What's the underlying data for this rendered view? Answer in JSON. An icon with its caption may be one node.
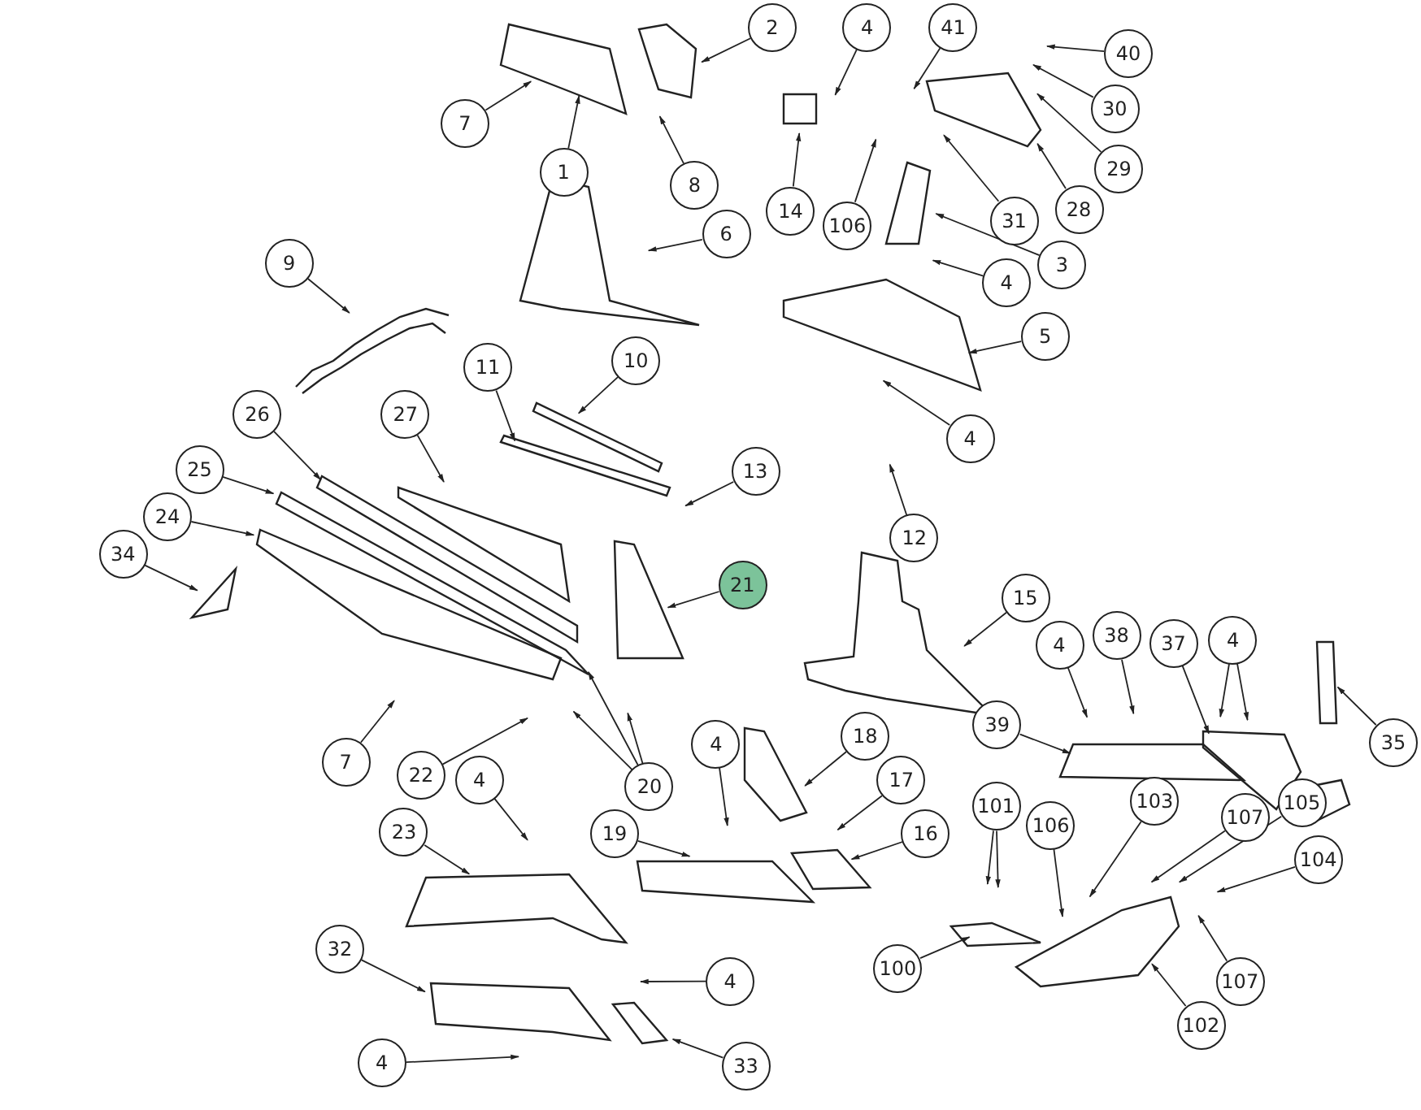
{
  "diagram": {
    "nodes": [
      {
        "text": [
          "7"
        ]
      },
      {
        "text": [
          "1"
        ]
      },
      {
        "text": [
          "2"
        ]
      },
      {
        "text": [
          "8"
        ]
      },
      {
        "text": [
          "14"
        ]
      },
      {
        "text": [
          "4"
        ]
      },
      {
        "text": [
          "41"
        ]
      },
      {
        "text": [
          "106"
        ]
      },
      {
        "text": [
          "31"
        ]
      },
      {
        "text": [
          "40"
        ]
      },
      {
        "text": [
          "30"
        ]
      },
      {
        "text": [
          "29"
        ]
      },
      {
        "text": [
          "28"
        ]
      },
      {
        "text": [
          "3"
        ]
      },
      {
        "text": [
          "4"
        ]
      },
      {
        "text": [
          "6"
        ]
      },
      {
        "text": [
          "9"
        ]
      },
      {
        "text": [
          "5"
        ]
      },
      {
        "text": [
          "11"
        ]
      },
      {
        "text": [
          "10"
        ]
      },
      {
        "text": [
          "27"
        ]
      },
      {
        "text": [
          "26"
        ]
      },
      {
        "text": [
          "4"
        ]
      },
      {
        "text": [
          "25"
        ]
      },
      {
        "text": [
          "13"
        ]
      },
      {
        "text": [
          "24"
        ]
      },
      {
        "text": [
          "12"
        ]
      },
      {
        "text": [
          "34"
        ]
      },
      {
        "text": [
          "21"
        ]
      },
      {
        "text": [
          "15"
        ]
      },
      {
        "text": [
          "4"
        ]
      },
      {
        "text": [
          "38"
        ]
      },
      {
        "text": [
          "37"
        ]
      },
      {
        "text": [
          "4"
        ]
      },
      {
        "text": [
          "35"
        ]
      },
      {
        "text": [
          "39"
        ]
      },
      {
        "text": [
          "7"
        ]
      },
      {
        "text": [
          "22"
        ]
      },
      {
        "text": [
          "20"
        ]
      },
      {
        "text": [
          "18"
        ]
      },
      {
        "text": [
          "17"
        ]
      },
      {
        "text": [
          "4"
        ]
      },
      {
        "text": [
          "4"
        ]
      },
      {
        "text": [
          "19"
        ]
      },
      {
        "text": [
          "16"
        ]
      },
      {
        "text": [
          "101"
        ]
      },
      {
        "text": [
          "23"
        ]
      },
      {
        "text": [
          "106"
        ]
      },
      {
        "text": [
          "103"
        ]
      },
      {
        "text": [
          "107"
        ]
      },
      {
        "text": [
          "105"
        ]
      },
      {
        "text": [
          "104"
        ]
      },
      {
        "text": [
          "100"
        ]
      },
      {
        "text": [
          "107"
        ]
      },
      {
        "text": [
          "102"
        ]
      },
      {
        "text": [
          "32"
        ]
      },
      {
        "text": [
          "4"
        ]
      },
      {
        "text": [
          "33"
        ]
      },
      {
        "text": [
          "4"
        ]
      }
    ],
    "edges": [
      {
        "from": 0,
        "to": null,
        "arrow": "to"
      },
      {
        "from": 1,
        "to": null,
        "arrow": "to"
      },
      {
        "from": 2,
        "to": null,
        "arrow": "to"
      },
      {
        "from": 3,
        "to": null,
        "arrow": "to"
      },
      {
        "from": 4,
        "to": null,
        "arrow": "to"
      },
      {
        "from": 5,
        "to": null,
        "arrow": "to"
      },
      {
        "from": 6,
        "to": null,
        "arrow": "to"
      },
      {
        "from": 7,
        "to": null,
        "arrow": "to"
      },
      {
        "from": 8,
        "to": null,
        "arrow": "to"
      },
      {
        "from": 9,
        "to": null,
        "arrow": "to"
      },
      {
        "from": 10,
        "to": null,
        "arrow": "to"
      },
      {
        "from": 11,
        "to": null,
        "arrow": "to"
      },
      {
        "from": 12,
        "to": null,
        "arrow": "to"
      },
      {
        "from": 13,
        "to": null,
        "arrow": "to"
      },
      {
        "from": 14,
        "to": null,
        "arrow": "to"
      },
      {
        "from": 15,
        "to": null,
        "arrow": "to"
      },
      {
        "from": 16,
        "to": null,
        "arrow": "to"
      },
      {
        "from": 17,
        "to": null,
        "arrow": "to"
      },
      {
        "from": 18,
        "to": null,
        "arrow": "to"
      },
      {
        "from": 19,
        "to": null,
        "arrow": "to"
      },
      {
        "from": 20,
        "to": null,
        "arrow": "to"
      },
      {
        "from": 21,
        "to": null,
        "arrow": "to"
      },
      {
        "from": 22,
        "to": null,
        "arrow": "to"
      },
      {
        "from": 23,
        "to": null,
        "arrow": "to"
      },
      {
        "from": 24,
        "to": null,
        "arrow": "to"
      },
      {
        "from": 25,
        "to": null,
        "arrow": "to"
      },
      {
        "from": 26,
        "to": null,
        "arrow": "to"
      },
      {
        "from": 27,
        "to": null,
        "arrow": "to"
      },
      {
        "from": 28,
        "to": null,
        "arrow": "to"
      },
      {
        "from": 29,
        "to": null,
        "arrow": "to"
      },
      {
        "from": 30,
        "to": null,
        "arrow": "to"
      },
      {
        "from": 31,
        "to": null,
        "arrow": "to"
      },
      {
        "from": 32,
        "to": null,
        "arrow": "to"
      },
      {
        "from": 33,
        "to": null,
        "arrow": "to"
      },
      {
        "from": 33,
        "to": null,
        "arrow": "to"
      },
      {
        "from": 34,
        "to": null,
        "arrow": "to"
      },
      {
        "from": 35,
        "to": null,
        "arrow": "to"
      },
      {
        "from": 36,
        "to": null,
        "arrow": "to"
      },
      {
        "from": 37,
        "to": null,
        "arrow": "to"
      },
      {
        "from": 38,
        "to": null,
        "arrow": "to"
      },
      {
        "from": 38,
        "to": null,
        "arrow": "to"
      },
      {
        "from": 38,
        "to": null,
        "arrow": "to"
      },
      {
        "from": 39,
        "to": null,
        "arrow": "to"
      },
      {
        "from": 40,
        "to": null,
        "arrow": "to"
      },
      {
        "from": 41,
        "to": null,
        "arrow": "to"
      },
      {
        "from": 42,
        "to": null,
        "arrow": "to"
      },
      {
        "from": 43,
        "to": null,
        "arrow": "to"
      },
      {
        "from": 44,
        "to": null,
        "arrow": "to"
      },
      {
        "from": 45,
        "to": null,
        "arrow": "to"
      },
      {
        "from": 45,
        "to": null,
        "arrow": "to"
      },
      {
        "from": 46,
        "to": null,
        "arrow": "to"
      },
      {
        "from": 47,
        "to": null,
        "arrow": "to"
      },
      {
        "from": 48,
        "to": null,
        "arrow": "to"
      },
      {
        "from": 49,
        "to": null,
        "arrow": "to"
      },
      {
        "from": 50,
        "to": null,
        "arrow": "to"
      },
      {
        "from": 51,
        "to": null,
        "arrow": "to"
      },
      {
        "from": 52,
        "to": null,
        "arrow": "to"
      },
      {
        "from": 53,
        "to": null,
        "arrow": "to"
      },
      {
        "from": 54,
        "to": null,
        "arrow": "to"
      },
      {
        "from": 55,
        "to": null,
        "arrow": "to"
      },
      {
        "from": 56,
        "to": null,
        "arrow": "to"
      },
      {
        "from": 57,
        "to": null,
        "arrow": "to"
      },
      {
        "from": 58,
        "to": null,
        "arrow": "to"
      }
    ]
  }
}
